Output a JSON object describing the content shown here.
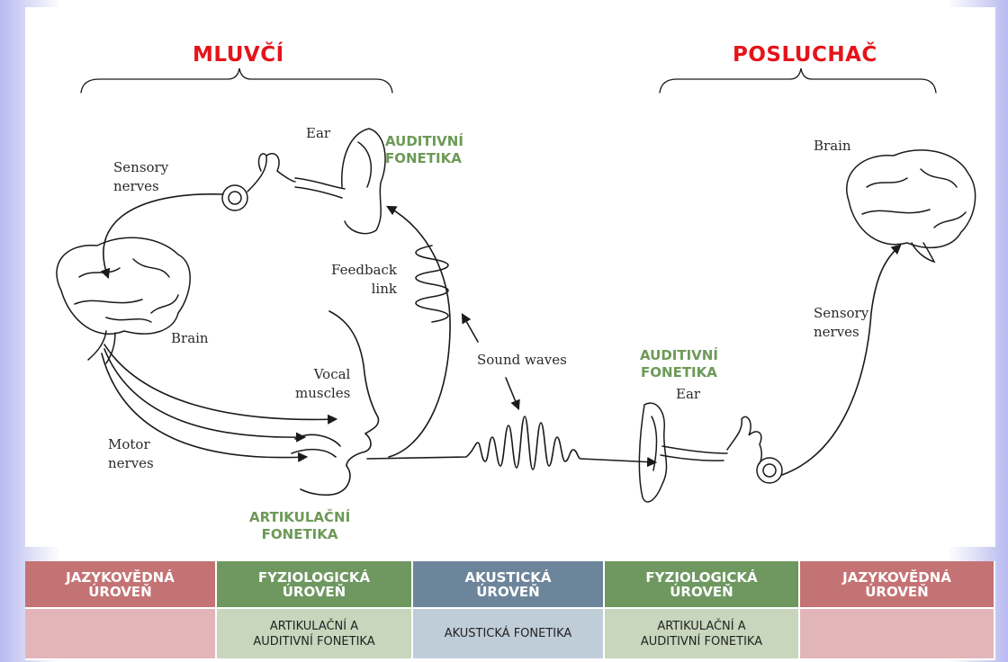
{
  "headings": {
    "speaker": "MLUVČÍ",
    "listener": "POSLUCHAČ"
  },
  "phonetics": {
    "auditive_speaker": "AUDITIVNÍ\nFONETIKA",
    "auditive_listener": "AUDITIVNÍ\nFONETIKA",
    "articulatory": "ARTIKULAČNÍ\nFONETIKA"
  },
  "labels": {
    "ear_speaker": "Ear",
    "sensory_nerves_speaker": "Sensory\nnerves",
    "feedback_link": "Feedback\nlink",
    "brain_speaker": "Brain",
    "vocal_muscles": "Vocal\nmuscles",
    "motor_nerves": "Motor\nnerves",
    "sound_waves": "Sound waves",
    "brain_listener": "Brain",
    "sensory_nerves_listener": "Sensory\nnerves",
    "ear_listener": "Ear"
  },
  "table": {
    "headers": [
      "JAZYKOVĚDNÁ\nÚROVEŇ",
      "FYZIOLOGICKÁ\nÚROVEŇ",
      "AKUSTICKÁ\nÚROVEŇ",
      "FYZIOLOGICKÁ\nÚROVEŇ",
      "JAZYKOVĚDNÁ\nÚROVEŇ"
    ],
    "cells": [
      "",
      "ARTIKULAČNÍ A\nAUDITIVNÍ FONETIKA",
      "AKUSTICKÁ FONETIKA",
      "ARTIKULAČNÍ A\nAUDITIVNÍ FONETIKA",
      ""
    ]
  },
  "colors": {
    "heading": "#e5141b",
    "phonetics": "#6d9a57",
    "linguistic": "#c47375",
    "physiological": "#6e9860",
    "acoustic": "#6d859b"
  }
}
